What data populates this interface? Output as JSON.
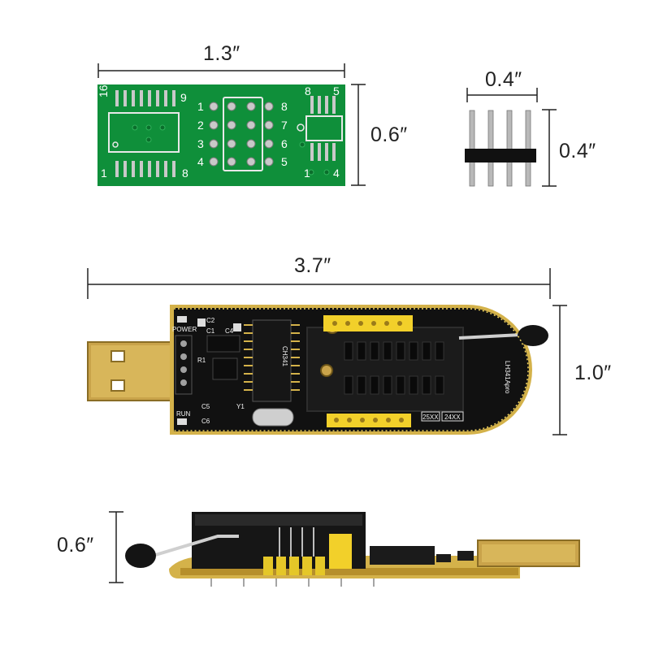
{
  "dimensions": {
    "adapter_width": "1.3″",
    "adapter_height": "0.6″",
    "header_width": "0.4″",
    "header_height": "0.4″",
    "programmer_width": "3.7″",
    "programmer_height": "1.0″",
    "side_height": "0.6″"
  },
  "adapter_pcb": {
    "left_top": "16",
    "left_top_right": "9",
    "left_bottom": "1",
    "left_bottom_right": "8",
    "center_left": [
      "1",
      "2",
      "3",
      "4"
    ],
    "center_right": [
      "8",
      "7",
      "6",
      "5"
    ],
    "right_top_left": "8",
    "right_top_right": "5",
    "right_bottom_left": "1",
    "right_bottom_right": "4"
  },
  "programmer_board": {
    "power_label": "POWER",
    "run_label": "RUN",
    "c2": "C2",
    "c1": "C1",
    "c4": "C4",
    "r1": "R1",
    "c5": "C5",
    "c6": "C6",
    "y1": "Y1",
    "chip_25": "25XX",
    "chip_24": "24XX",
    "model": "LH341Apro",
    "ch341": "CH341"
  },
  "colors": {
    "pcb_green": "#0f8f3a",
    "gold": "#d4b24a",
    "yellow_header": "#f2d02a",
    "black": "#111111"
  }
}
